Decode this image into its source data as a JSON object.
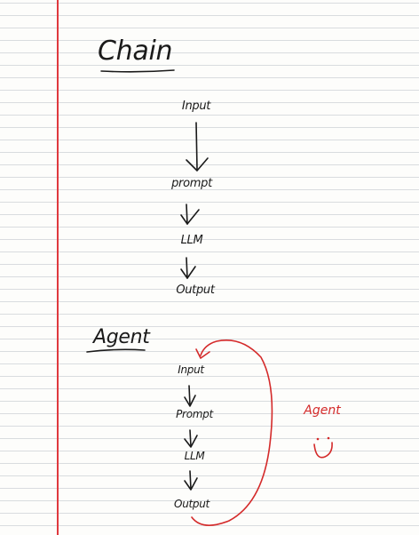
{
  "chain": {
    "heading": "Chain",
    "nodes": [
      "Input",
      "prompt",
      "LLM",
      "Output"
    ]
  },
  "agent": {
    "heading": "Agent",
    "nodes": [
      "Input",
      "Prompt",
      "LLM",
      "Output"
    ],
    "side_label": "Agent",
    "side_icon": "smiley-face-icon"
  },
  "colors": {
    "ink": "#1a1a1a",
    "red": "#d42a2a",
    "margin_line": "#e0393e",
    "rule_line": "#d9dcdf"
  }
}
